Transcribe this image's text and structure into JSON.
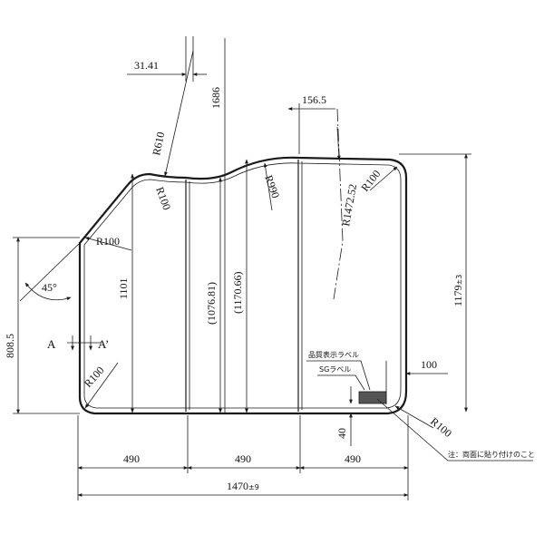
{
  "dimensions": {
    "d_31_41": "31.41",
    "d_1686": "1686",
    "d_156_5": "156.5",
    "r610": "R610",
    "r100_upper": "R100",
    "r990": "R990",
    "r1472": "R1472.52",
    "r100_top_right": "R100",
    "r100_left_corner": "R100",
    "angle_45": "45°",
    "d_1101": "1101",
    "d_1076_81": "(1076.81)",
    "d_1170_66": "(1170.66)",
    "d_1179": "1179",
    "d_1179_tol": "±3",
    "d_808_5": "808.5",
    "r100_bottom_left": "R100",
    "d_100": "100",
    "d_40": "40",
    "r100_bottom_right": "R100",
    "w_490_a": "490",
    "w_490_b": "490",
    "w_490_c": "490",
    "total_1470": "1470",
    "total_tol": "±9"
  },
  "labels": {
    "section_a": "A",
    "section_a_prime": "A’",
    "quality_label": "品質表示ラベル",
    "sg_label": "SGラベル",
    "note": "注：両面に貼り付けのこと"
  },
  "colors": {
    "ink": "#1a1a1a",
    "label_box": "#555555"
  }
}
